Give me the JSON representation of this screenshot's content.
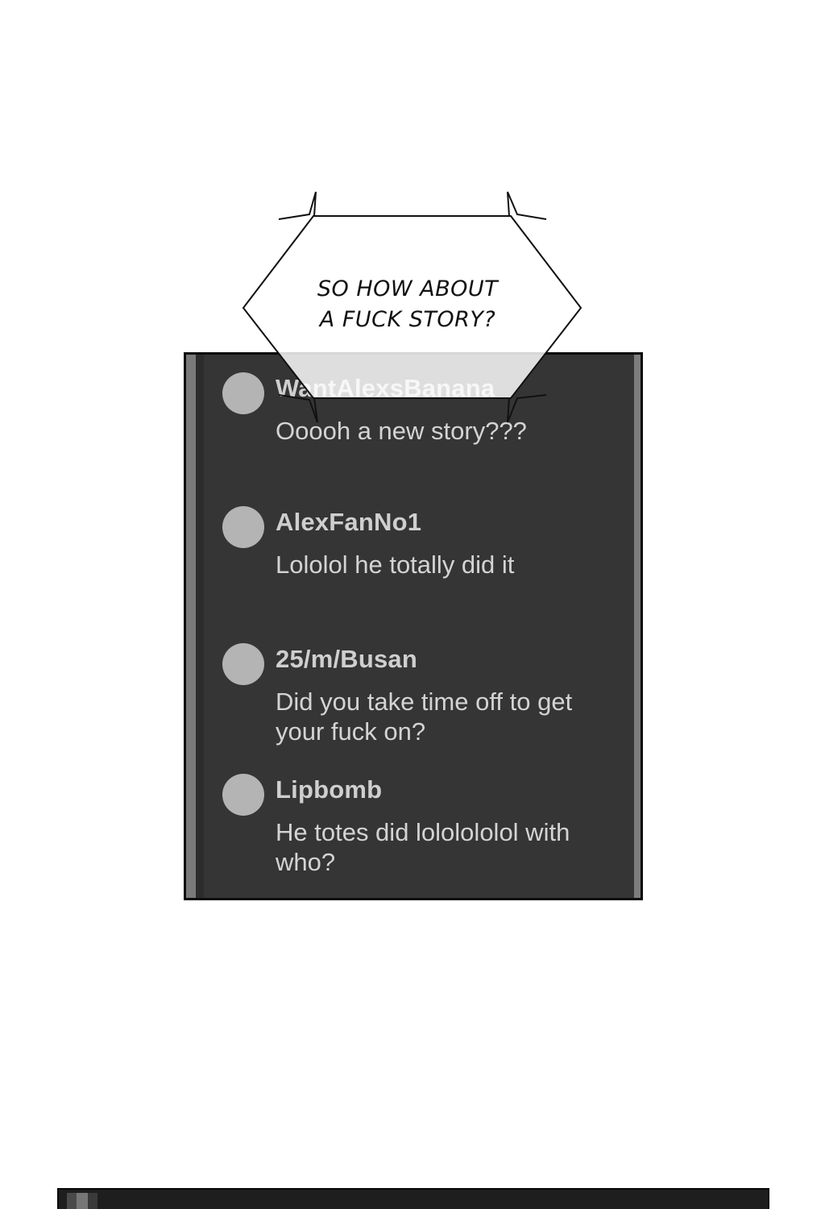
{
  "speech_bubble": {
    "line1": "SO HOW ABOUT",
    "line2": "A FUCK STORY?"
  },
  "comments": [
    {
      "username": "WantAlexsBanana",
      "message": "Ooooh a new story???"
    },
    {
      "username": "AlexFanNo1",
      "message": "Lololol he totally did it"
    },
    {
      "username": "25/m/Busan",
      "message": "Did you take time off to get your fuck on?"
    },
    {
      "username": "Lipbomb",
      "message": "He totes did lololololol with who?"
    }
  ],
  "colors": {
    "panel_background": "#353535",
    "avatar": "#b4b4b4",
    "text": "#d4d4d4",
    "page_background": "#ffffff"
  }
}
